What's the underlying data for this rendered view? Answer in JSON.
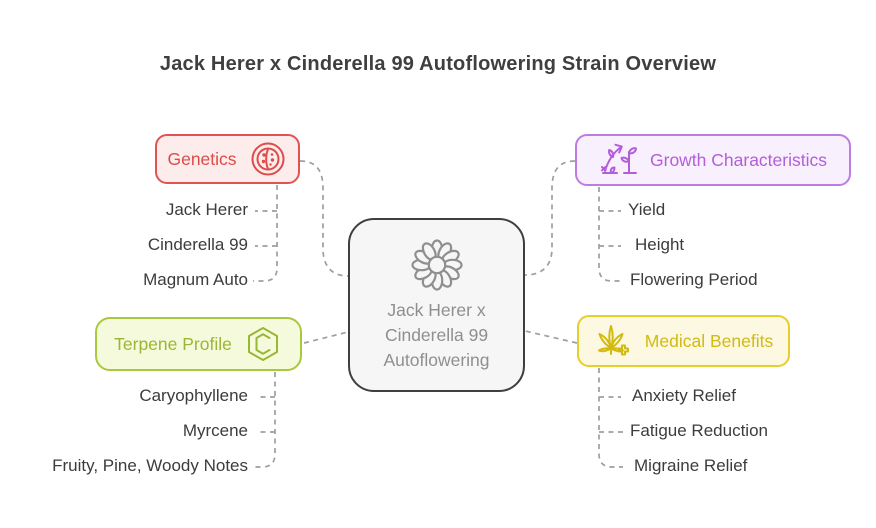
{
  "title": "Jack Herer x Cinderella 99 Autoflowering Strain Overview",
  "center": {
    "icon": "flower-icon",
    "lines": [
      "Jack Herer x",
      "Cinderella 99",
      "Autoflowering"
    ],
    "border": "#3f3f3f",
    "fill": "#f6f6f6",
    "text": "#8f8f8f"
  },
  "branches": {
    "genetics": {
      "label": "Genetics",
      "icon": "cell-genetics-icon",
      "accent": "#df5452",
      "fill": "#fdecec",
      "text": "#dc4c49",
      "items": [
        "Jack Herer",
        "Cinderella 99",
        "Magnum Auto"
      ]
    },
    "growth": {
      "label": "Growth Characteristics",
      "icon": "plant-growth-icon",
      "accent": "#bd7ce2",
      "fill": "#f9f0fd",
      "text": "#b45ddb",
      "items": [
        "Yield",
        "Height",
        "Flowering Period"
      ]
    },
    "terpene": {
      "label": "Terpene Profile",
      "icon": "hexagon-c-icon",
      "accent": "#a9c83e",
      "fill": "#f6fadd",
      "text": "#9ab733",
      "items": [
        "Caryophyllene",
        "Myrcene",
        "Fruity, Pine, Woody Notes"
      ]
    },
    "medical": {
      "label": "Medical Benefits",
      "icon": "cannabis-medical-icon",
      "accent": "#e5cf2a",
      "fill": "#fcf8e2",
      "text": "#d3ba10",
      "items": [
        "Anxiety Relief",
        "Fatigue Reduction",
        "Migraine Relief"
      ]
    }
  },
  "colors": {
    "title_text": "#3f3f3f",
    "item_text": "#3c3c3c",
    "connector": "#9e9e9e"
  }
}
